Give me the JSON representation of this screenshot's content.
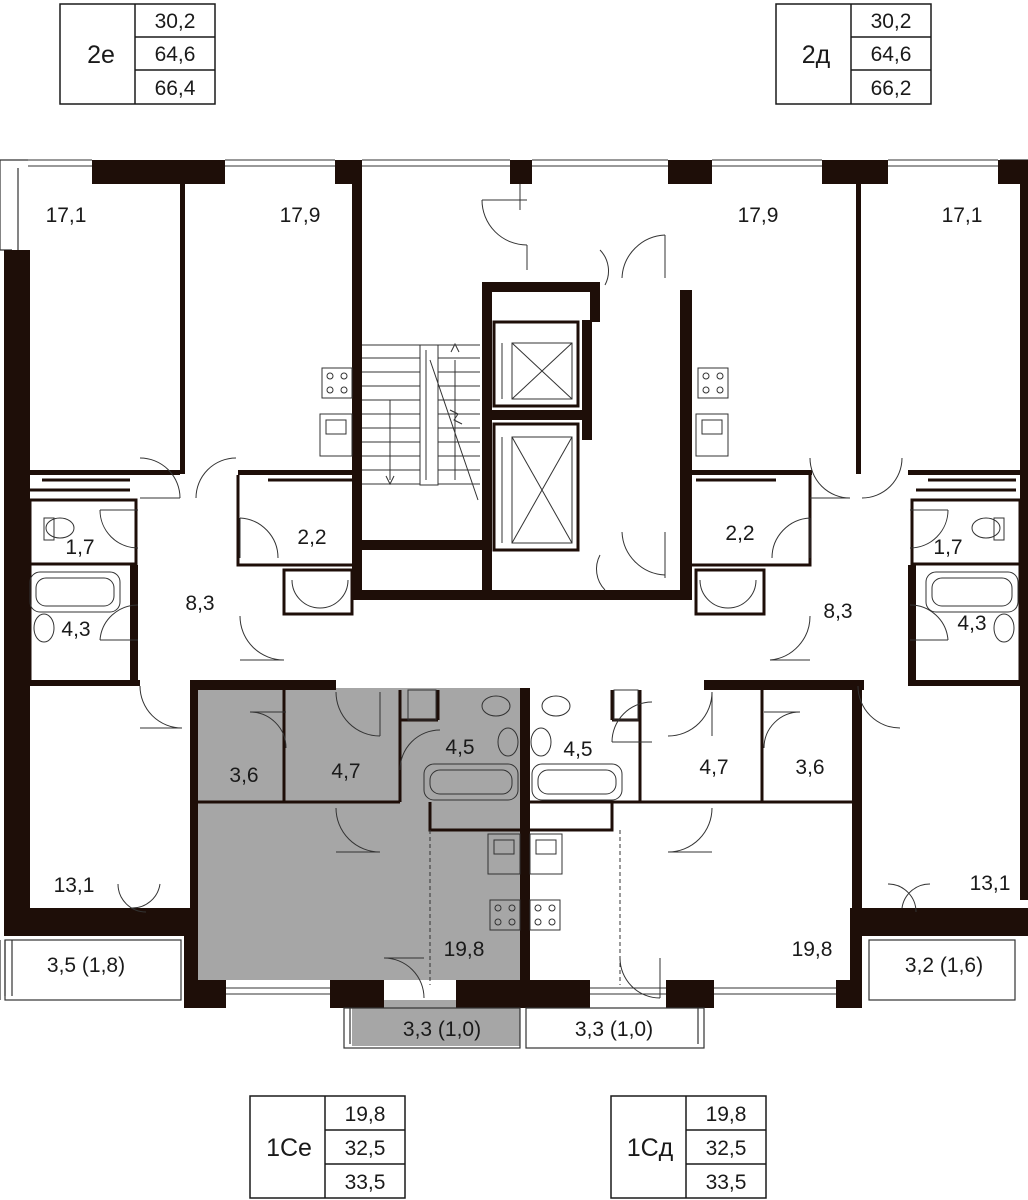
{
  "apartments": [
    {
      "code": "2е",
      "areas": [
        "30,2",
        "64,6",
        "66,4"
      ]
    },
    {
      "code": "2д",
      "areas": [
        "30,2",
        "64,6",
        "66,2"
      ]
    },
    {
      "code": "1Се",
      "areas": [
        "19,8",
        "32,5",
        "33,5"
      ]
    },
    {
      "code": "1Сд",
      "areas": [
        "19,8",
        "32,5",
        "33,5"
      ]
    }
  ],
  "rooms": {
    "room_17_1_left": "17,1",
    "room_17_9_left": "17,9",
    "room_17_9_right": "17,9",
    "room_17_1_right": "17,1",
    "wc_left": "1,7",
    "wc_right": "1,7",
    "closet_left": "2,2",
    "closet_right": "2,2",
    "hall_left": "8,3",
    "hall_right": "8,3",
    "bath_left": "4,3",
    "bath_right": "4,3",
    "store_left": "3,6",
    "store_right": "3,6",
    "hallway_left": "4,7",
    "hallway_right": "4,7",
    "bath_center_left": "4,5",
    "bath_center_right": "4,5",
    "room_13_1_left": "13,1",
    "room_13_1_right": "13,1",
    "studio_left": "19,8",
    "studio_right": "19,8",
    "balcony_left": "3,5 (1,8)",
    "balcony_right": "3,2 (1,6)",
    "loggia_center_left": "3,3 (1,0)",
    "loggia_center_right": "3,3 (1,0)"
  },
  "colors": {
    "wall": "#1e0e08",
    "highlight": "#a6a6a6",
    "line": "#333333"
  }
}
